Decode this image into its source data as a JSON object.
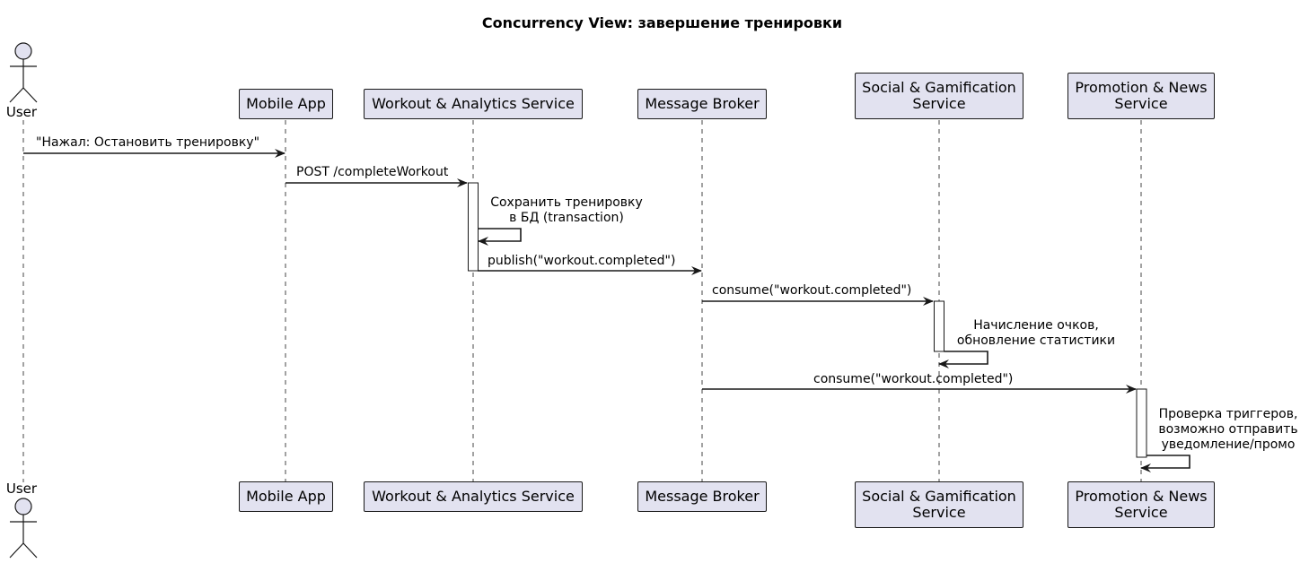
{
  "title": "Concurrency View: завершение тренировки",
  "participants": {
    "user": "User",
    "mobile": "Mobile App",
    "workout": "Workout & Analytics Service",
    "broker": "Message Broker",
    "social": "Social & Gamification\nService",
    "promo": "Promotion & News\nService"
  },
  "messages": {
    "m1": "\"Нажал: Остановить тренировку\"",
    "m2": "POST /completeWorkout",
    "m3": "Сохранить тренировку\nв БД (transaction)",
    "m4": "publish(\"workout.completed\")",
    "m5": "consume(\"workout.completed\")",
    "m6": "Начисление очков,\nобновление статистики",
    "m7": "consume(\"workout.completed\")",
    "m8": "Проверка триггеров,\nвозможно отправить\nуведомление/промо"
  },
  "colors": {
    "participant_fill": "#E2E2F0",
    "line": "#181818",
    "activation_fill": "#FFFFFF"
  }
}
